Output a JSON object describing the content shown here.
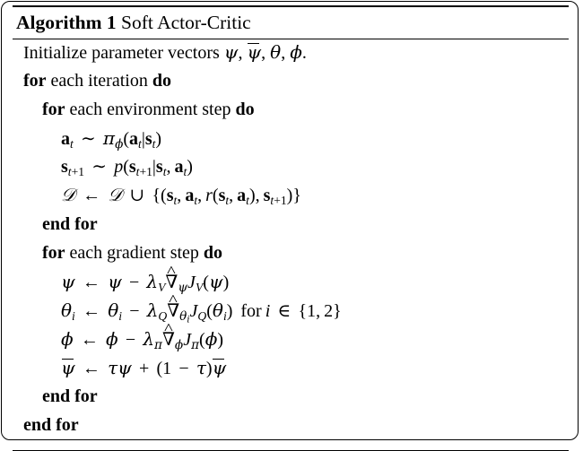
{
  "document": {
    "kind": "algorithm-block",
    "title": {
      "label": "Algorithm 1",
      "name": "Soft Actor-Critic"
    },
    "keywords": {
      "for": "for",
      "do": "do",
      "end_for": "end for"
    },
    "lines": [
      {
        "id": "line-initialize",
        "indent": 0,
        "text": "Initialize parameter vectors ψ, ψ̄, θ, φ."
      },
      {
        "id": "line-for-iteration",
        "indent": 0,
        "text": "for each iteration do"
      },
      {
        "id": "line-for-env-step",
        "indent": 1,
        "text": "for each environment step do"
      },
      {
        "id": "line-sample-action",
        "indent": 2,
        "text": "aₜ ~ π_φ(aₜ|sₜ)"
      },
      {
        "id": "line-sample-next-state",
        "indent": 2,
        "text": "sₜ₊₁ ~ p(sₜ₊₁|sₜ, aₜ)"
      },
      {
        "id": "line-replay-buffer",
        "indent": 2,
        "text": "D ← D ∪ {(sₜ, aₜ, r(sₜ, aₜ), sₜ₊₁)}"
      },
      {
        "id": "line-end-for-env",
        "indent": 1,
        "text": "end for"
      },
      {
        "id": "line-for-gradient-step",
        "indent": 1,
        "text": "for each gradient step do"
      },
      {
        "id": "line-update-psi",
        "indent": 2,
        "text": "ψ ← ψ − λ_V ∇̂_ψ J_V(ψ)"
      },
      {
        "id": "line-update-theta",
        "indent": 2,
        "text": "θᵢ ← θᵢ − λ_Q ∇̂_{θᵢ} J_Q(θᵢ) for i ∈ {1, 2}"
      },
      {
        "id": "line-update-phi",
        "indent": 2,
        "text": "φ ← φ − λ_π ∇̂_φ J_π(φ)"
      },
      {
        "id": "line-update-psi-bar",
        "indent": 2,
        "text": "ψ̄ ← τψ + (1 − τ)ψ̄"
      },
      {
        "id": "line-end-for-gradient",
        "indent": 1,
        "text": "end for"
      },
      {
        "id": "line-end-for-iteration",
        "indent": 0,
        "text": "end for"
      }
    ],
    "math_symbols": {
      "psi": "ψ",
      "psi_bar": "ψ̄",
      "theta": "θ",
      "phi": "φ",
      "pi": "π",
      "lambda": "λ",
      "tau": "τ",
      "nabla_hat": "∇̂",
      "dataset": "ᴰ",
      "distributed_as": "∼",
      "assign": "←",
      "union": "∪",
      "element_of": "∈",
      "minus": "−",
      "plus": "+",
      "for_text": "for",
      "indices": "{1, 2}"
    },
    "colors": {
      "text": "#000000",
      "background": "#ffffff",
      "rule": "#000000"
    }
  }
}
